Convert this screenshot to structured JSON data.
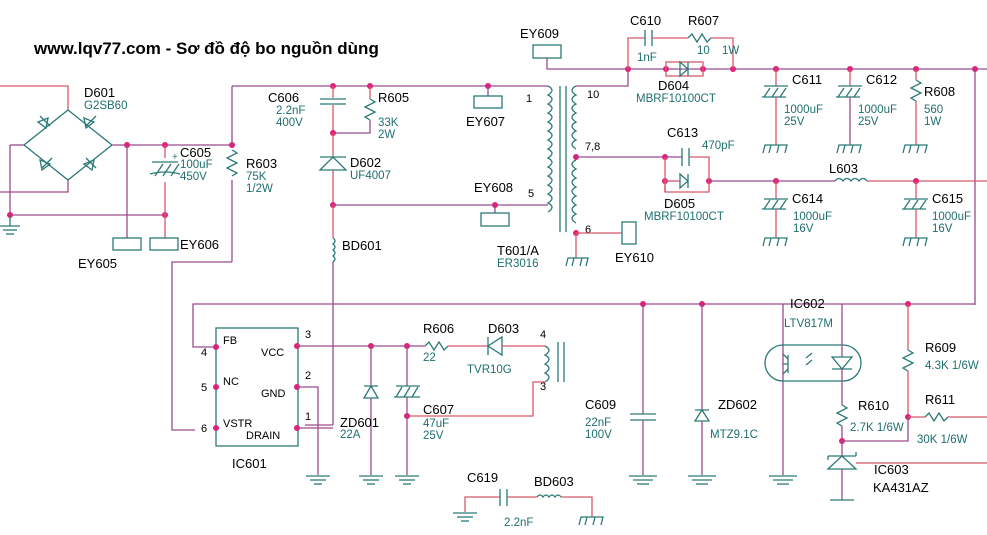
{
  "title": "www.lqv77.com - Sơ đồ độ bo nguồn dùng",
  "components": {
    "D601": {
      "ref": "D601",
      "value": "G2SB60"
    },
    "C605": {
      "ref": "C605",
      "value": "100uF",
      "rating": "450V"
    },
    "R603": {
      "ref": "R603",
      "value": "75K",
      "rating": "1/2W"
    },
    "C606": {
      "ref": "C606",
      "value": "2.2nF",
      "rating": "400V"
    },
    "R605": {
      "ref": "R605",
      "value": "33K",
      "rating": "2W"
    },
    "D602": {
      "ref": "D602",
      "value": "UF4007"
    },
    "BD601": {
      "ref": "BD601"
    },
    "EY605": {
      "ref": "EY605"
    },
    "EY606": {
      "ref": "EY606"
    },
    "EY607": {
      "ref": "EY607"
    },
    "EY608": {
      "ref": "EY608"
    },
    "EY609": {
      "ref": "EY609"
    },
    "EY610": {
      "ref": "EY610"
    },
    "T601": {
      "ref": "T601/A",
      "value": "ER3016",
      "pins": [
        "1",
        "10",
        "7,8",
        "5",
        "6",
        "4",
        "3"
      ]
    },
    "C610": {
      "ref": "C610",
      "value": "1nF"
    },
    "R607": {
      "ref": "R607",
      "value": "10",
      "rating": "1W"
    },
    "D604": {
      "ref": "D604",
      "value": "MBRF10100CT"
    },
    "C611": {
      "ref": "C611",
      "value": "1000uF",
      "rating": "25V"
    },
    "C612": {
      "ref": "C612",
      "value": "1000uF",
      "rating": "25V"
    },
    "R608": {
      "ref": "R608",
      "value": "560",
      "rating": "1W"
    },
    "C613": {
      "ref": "C613",
      "value": "470pF"
    },
    "D605": {
      "ref": "D605",
      "value": "MBRF10100CT"
    },
    "L603": {
      "ref": "L603"
    },
    "C614": {
      "ref": "C614",
      "value": "1000uF",
      "rating": "16V"
    },
    "C615": {
      "ref": "C615",
      "value": "1000uF",
      "rating": "16V"
    },
    "IC601": {
      "ref": "IC601",
      "pins": [
        {
          "num": "4",
          "name": "FB"
        },
        {
          "num": "5",
          "name": "NC"
        },
        {
          "num": "6",
          "name": "VSTR"
        },
        {
          "num": "3",
          "name": "VCC"
        },
        {
          "num": "2",
          "name": "GND"
        },
        {
          "num": "1",
          "name": "DRAIN"
        }
      ]
    },
    "R606": {
      "ref": "R606",
      "value": "22"
    },
    "D603": {
      "ref": "D603",
      "value": "TVR10G"
    },
    "ZD601": {
      "ref": "ZD601",
      "value": "22A"
    },
    "C607": {
      "ref": "C607",
      "value": "47uF",
      "rating": "25V"
    },
    "C609": {
      "ref": "C609",
      "value": "22nF",
      "rating": "100V"
    },
    "ZD602": {
      "ref": "ZD602",
      "value": "MTZ9.1C"
    },
    "IC602": {
      "ref": "IC602",
      "value": "LTV817M"
    },
    "R609": {
      "ref": "R609",
      "value": "4.3K 1/6W"
    },
    "R610": {
      "ref": "R610",
      "value": "2.7K 1/6W"
    },
    "R611": {
      "ref": "R611",
      "value": "30K 1/6W"
    },
    "IC603": {
      "ref": "IC603",
      "value": "KA431AZ"
    },
    "C619": {
      "ref": "C619",
      "value": "2.2nF"
    },
    "BD603": {
      "ref": "BD603"
    }
  }
}
